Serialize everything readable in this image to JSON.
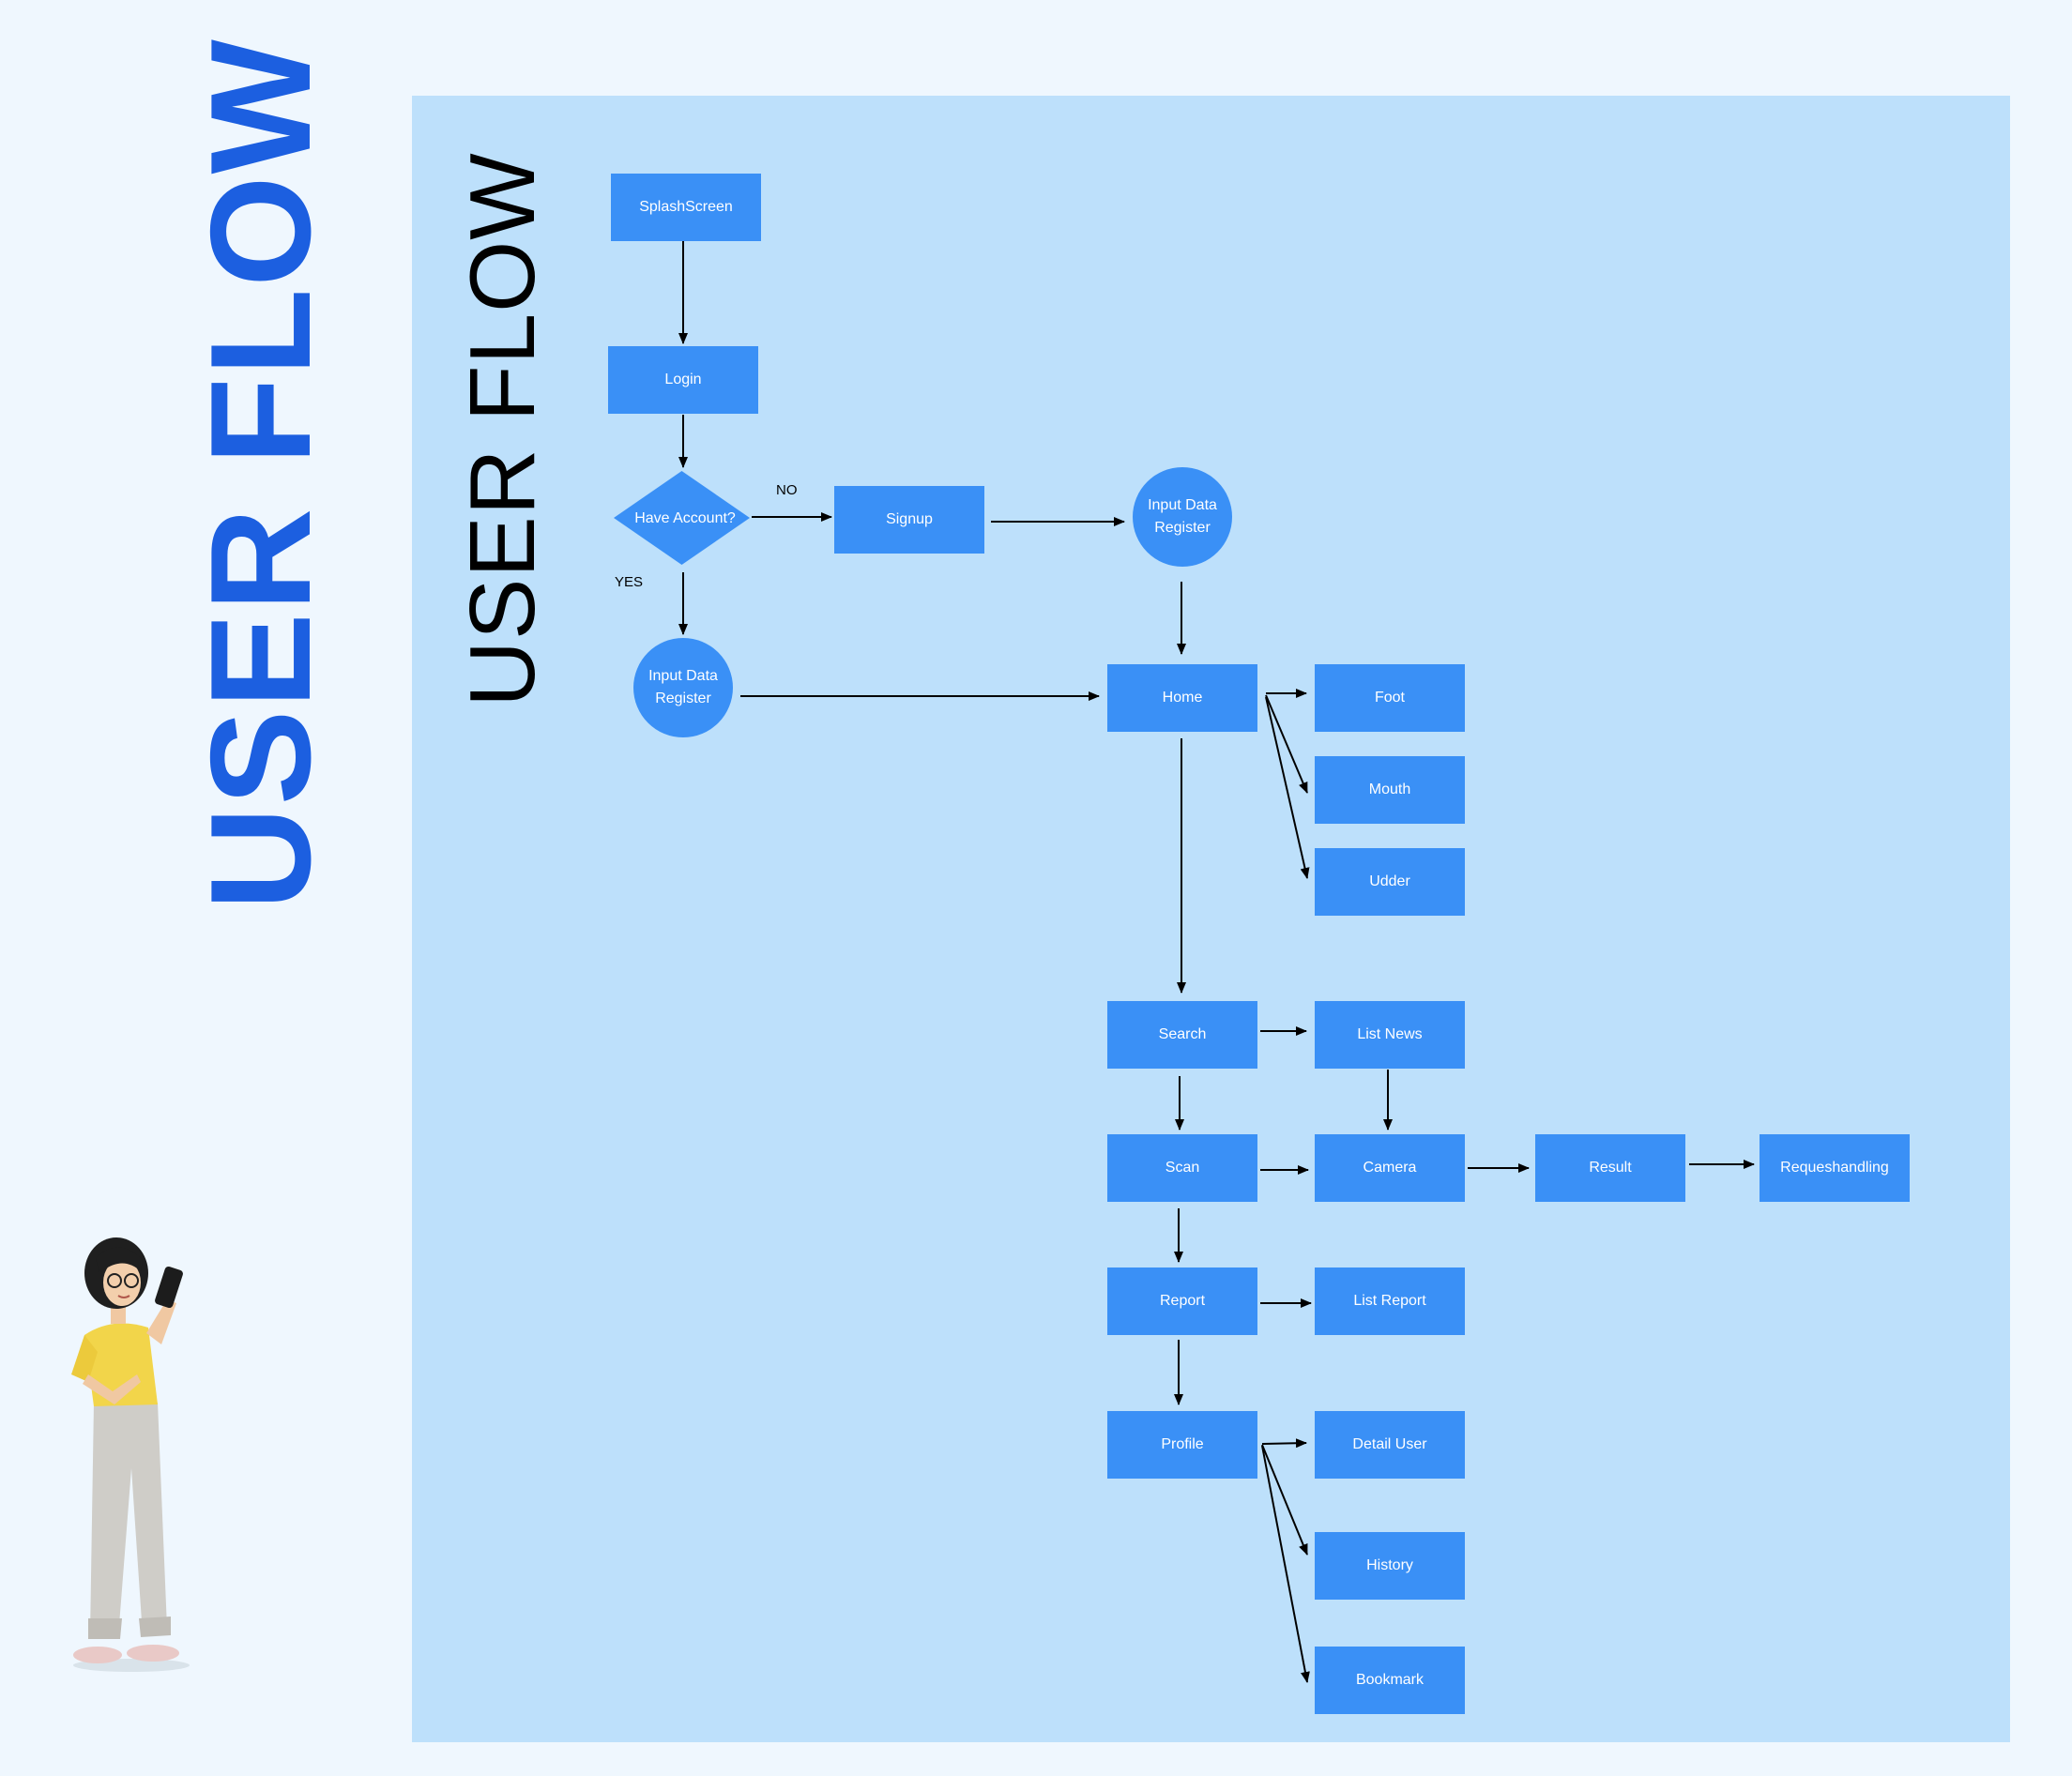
{
  "side_title": "USER FLOW",
  "panel_title": "USER FLOW",
  "nodes": {
    "splash": "SplashScreen",
    "login": "Login",
    "have_account": "Have Account?",
    "signup": "Signup",
    "input_data_register_right": "Input Data Register",
    "input_data_register_left": "Input Data Register",
    "home": "Home",
    "foot": "Foot",
    "mouth": "Mouth",
    "udder": "Udder",
    "search": "Search",
    "list_news": "List News",
    "scan": "Scan",
    "camera": "Camera",
    "result": "Result",
    "requeshandling": "Requeshandling",
    "report": "Report",
    "list_report": "List Report",
    "profile": "Profile",
    "detail_user": "Detail User",
    "history": "History",
    "bookmark": "Bookmark"
  },
  "edge_labels": {
    "no": "NO",
    "yes": "YES"
  },
  "colors": {
    "background": "#eff7fe",
    "panel": "#bde0fb",
    "node": "#3a90f6",
    "side_title": "#1c5fe0"
  }
}
